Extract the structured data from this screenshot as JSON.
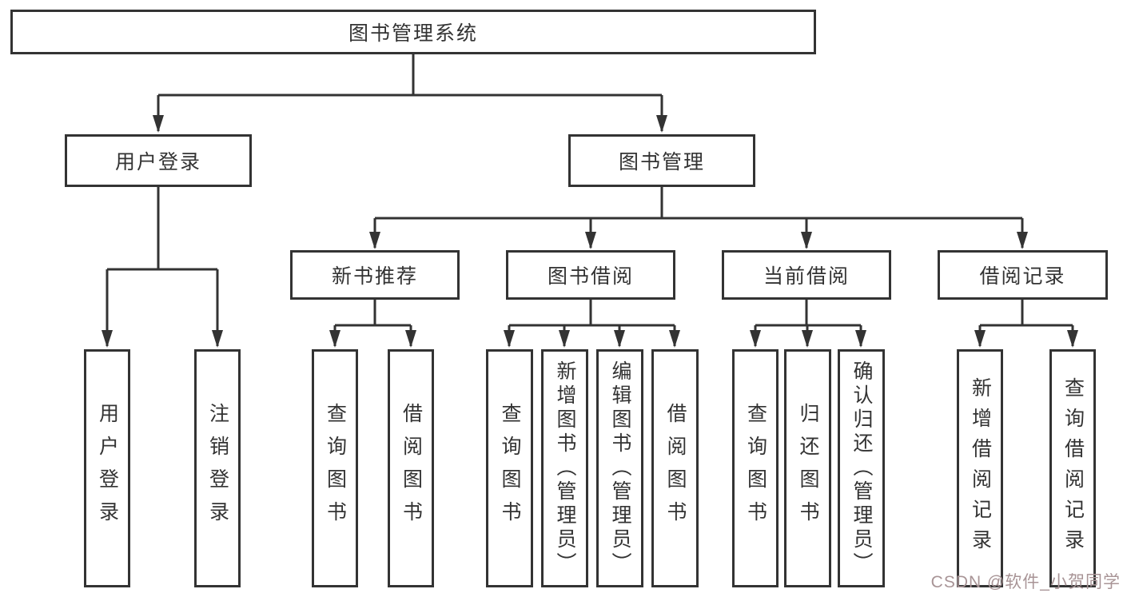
{
  "tree": {
    "root": {
      "label": "图书管理系统",
      "children": [
        {
          "label": "用户登录",
          "children": [
            {
              "label": "用户登录"
            },
            {
              "label": "注销登录"
            }
          ]
        },
        {
          "label": "图书管理",
          "children": [
            {
              "label": "新书推荐",
              "children": [
                {
                  "label": "查询图书"
                },
                {
                  "label": "借阅图书"
                }
              ]
            },
            {
              "label": "图书借阅",
              "children": [
                {
                  "label": "查询图书"
                },
                {
                  "label": "新增图书（管理员）"
                },
                {
                  "label": "编辑图书（管理员）"
                },
                {
                  "label": "借阅图书"
                }
              ]
            },
            {
              "label": "当前借阅",
              "children": [
                {
                  "label": "查询图书"
                },
                {
                  "label": "归还图书"
                },
                {
                  "label": "确认归还（管理员）"
                }
              ]
            },
            {
              "label": "借阅记录",
              "children": [
                {
                  "label": "新增借阅记录"
                },
                {
                  "label": "查询借阅记录"
                }
              ]
            }
          ]
        }
      ]
    }
  },
  "watermark": {
    "text": "CSDN @软件_小贺同学",
    "color": "#a89496"
  },
  "colors": {
    "line": "#333333",
    "border": "#333333",
    "background": "#ffffff",
    "text": "#333333"
  }
}
